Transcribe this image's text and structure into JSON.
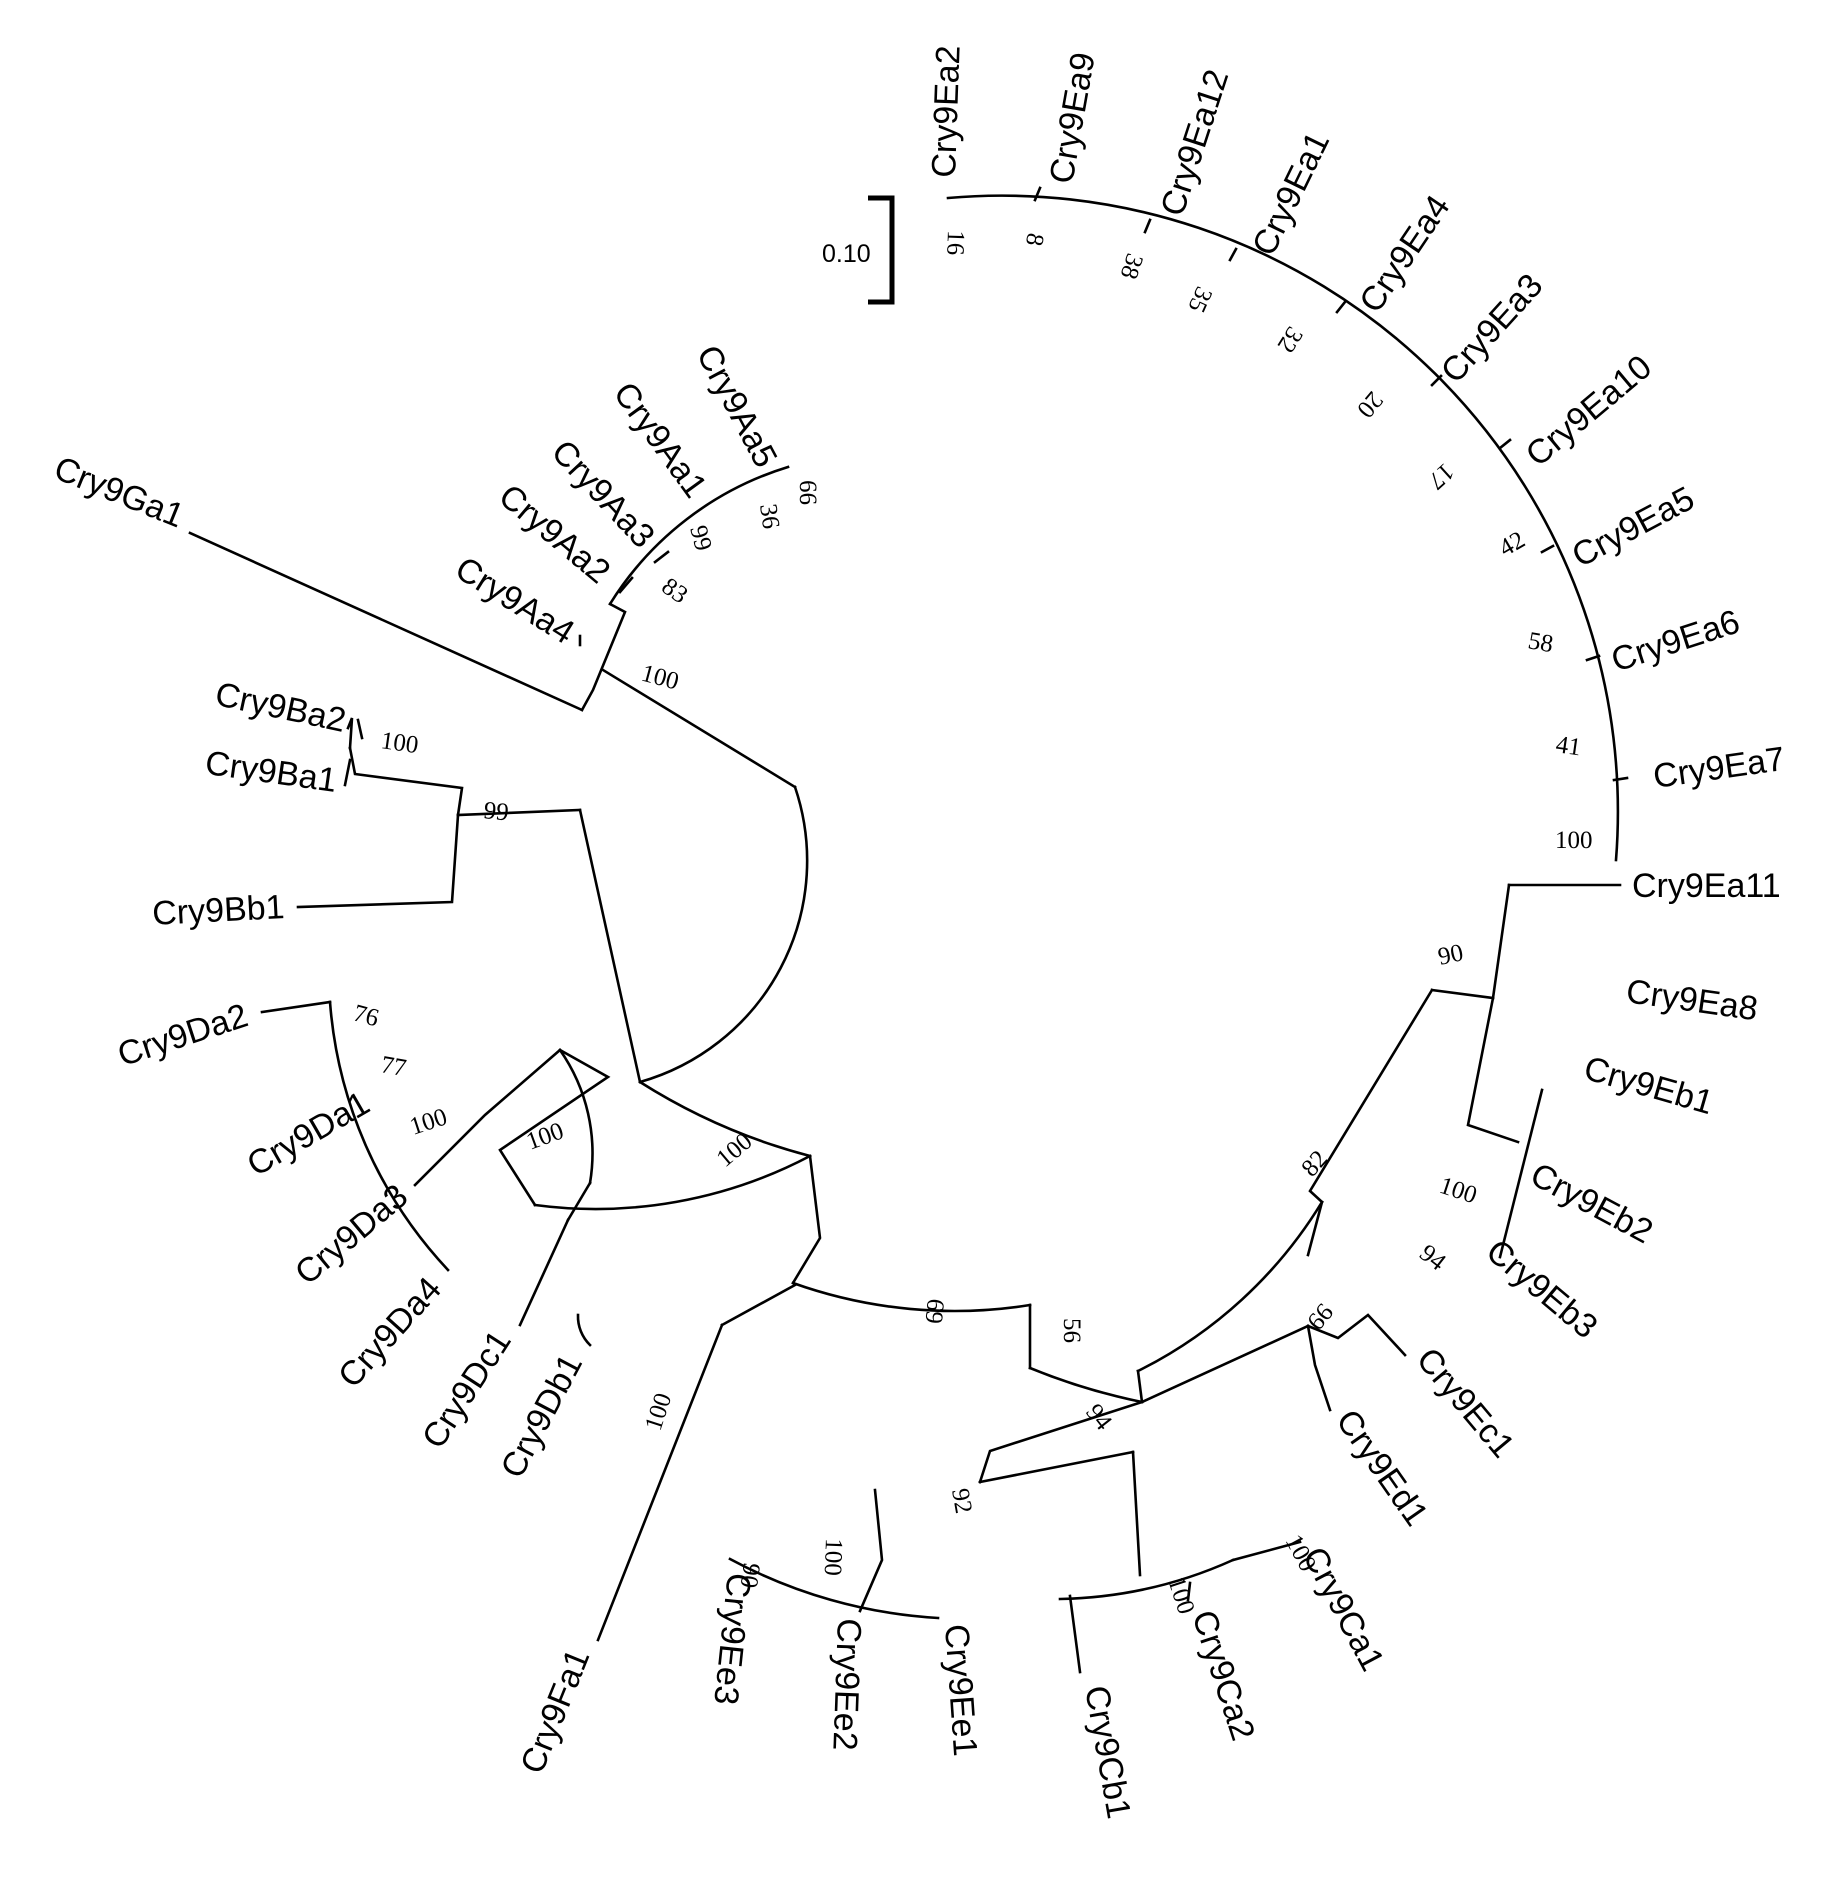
{
  "figure": {
    "type": "circular-phylogenetic-tree"
  },
  "scale_bar": {
    "label": "0.10"
  },
  "taxa": [
    "Cry9Ea2",
    "Cry9Ea9",
    "Cry9Ea12",
    "Cry9Ea1",
    "Cry9Ea4",
    "Cry9Ea3",
    "Cry9Ea10",
    "Cry9Ea5",
    "Cry9Ea6",
    "Cry9Ea7",
    "Cry9Ea11",
    "Cry9Ea8",
    "Cry9Eb1",
    "Cry9Eb2",
    "Cry9Eb3",
    "Cry9Ec1",
    "Cry9Ed1",
    "Cry9Ca1",
    "Cry9Ca2",
    "Cry9Cb1",
    "Cry9Ee1",
    "Cry9Ee2",
    "Cry9Ee3",
    "Cry9Fa1",
    "Cry9Db1",
    "Cry9Dc1",
    "Cry9Da4",
    "Cry9Da3",
    "Cry9Da1",
    "Cry9Da2",
    "Cry9Bb1",
    "Cry9Ba1",
    "Cry9Ba2",
    "Cry9Ga1",
    "Cry9Aa4",
    "Cry9Aa2",
    "Cry9Aa3",
    "Cry9Aa1",
    "Cry9Aa5"
  ],
  "support_values": [
    "16",
    "8",
    "38",
    "35",
    "32",
    "20",
    "17",
    "42",
    "58",
    "41",
    "100",
    "90",
    "100",
    "94",
    "99",
    "94",
    "92",
    "82",
    "56",
    "69",
    "100",
    "100",
    "100",
    "100",
    "90",
    "100",
    "100",
    "100",
    "77",
    "76",
    "100",
    "99",
    "100",
    "83",
    "99",
    "36",
    "66"
  ]
}
